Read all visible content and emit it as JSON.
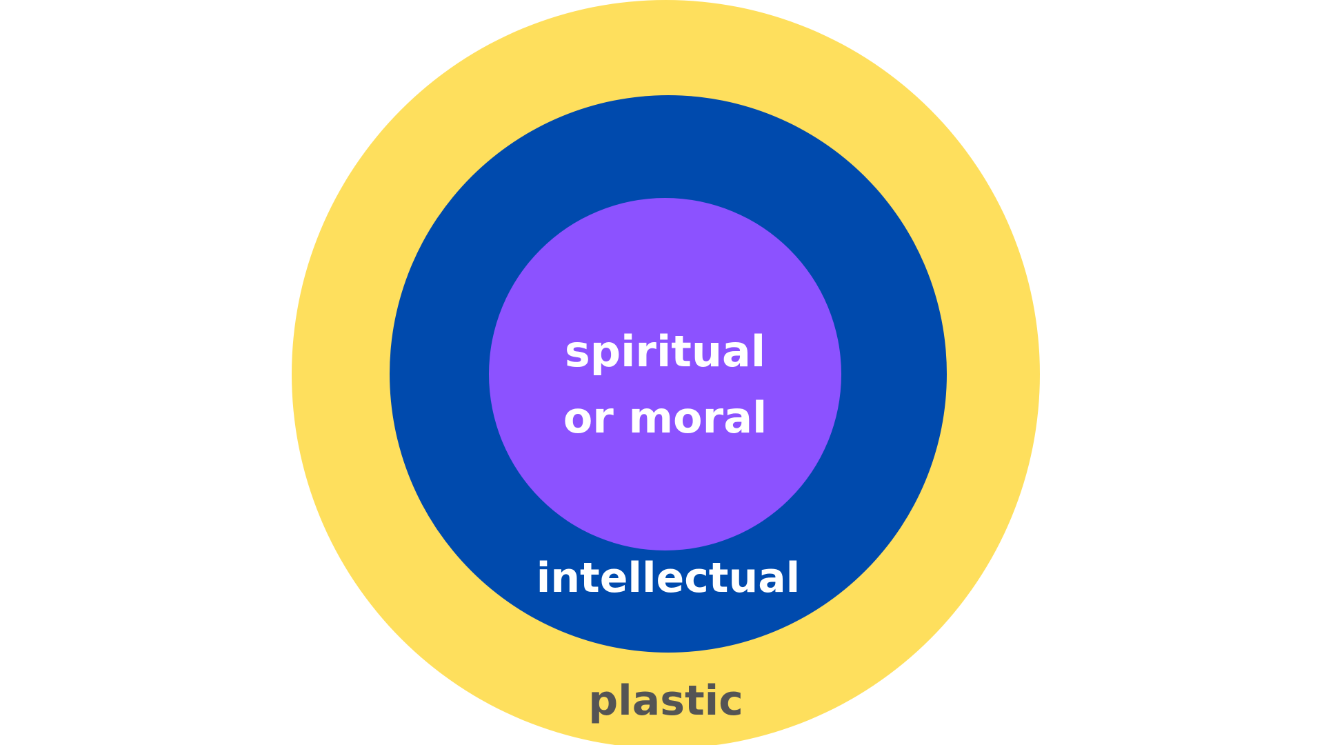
{
  "diagram": {
    "rings": [
      {
        "id": "outer",
        "label": "plastic",
        "fill": "#fedf5d",
        "text_color": "#545454"
      },
      {
        "id": "middle",
        "label": "intellectual",
        "fill": "#004aad",
        "text_color": "#ffffff"
      },
      {
        "id": "inner",
        "label_lines": [
          "spiritual",
          "or moral"
        ],
        "fill": "#8c52ff",
        "text_color": "#ffffff"
      }
    ]
  }
}
